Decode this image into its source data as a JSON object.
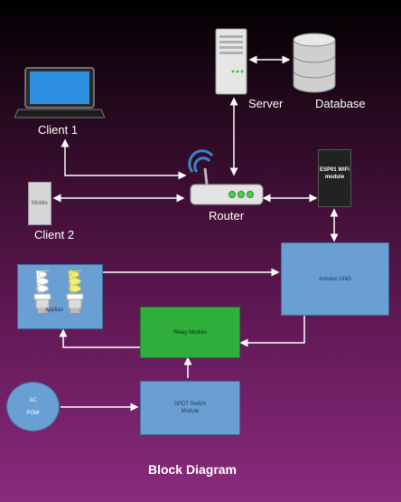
{
  "diagram": {
    "title": "Block Diagram",
    "nodes": {
      "client1": "Client 1",
      "client2": "Client 2",
      "mobile": "Mobile",
      "router": "Router",
      "server": "Server",
      "database": "Database",
      "esp01": "ESP01 WiFi module",
      "arduino": "Arduino UNO",
      "appliance": "Applian",
      "relay": "Relay Module",
      "spdt": "SPDT Switch Module",
      "ac_line1": "AC",
      "ac_line2": "POW"
    },
    "connections": [
      {
        "from": "client1",
        "to": "router",
        "direction": "both"
      },
      {
        "from": "mobile",
        "to": "router",
        "direction": "both"
      },
      {
        "from": "router",
        "to": "server",
        "direction": "both"
      },
      {
        "from": "server",
        "to": "database",
        "direction": "both"
      },
      {
        "from": "router",
        "to": "esp01",
        "direction": "both"
      },
      {
        "from": "esp01",
        "to": "arduino",
        "direction": "both"
      },
      {
        "from": "appliance",
        "to": "arduino",
        "direction": "to"
      },
      {
        "from": "arduino",
        "to": "relay",
        "direction": "to"
      },
      {
        "from": "relay",
        "to": "appliance",
        "direction": "to"
      },
      {
        "from": "spdt",
        "to": "relay",
        "direction": "to"
      },
      {
        "from": "ac",
        "to": "spdt",
        "direction": "to"
      }
    ],
    "colors": {
      "control_box": "#6a9fd4",
      "relay_box": "#2fae3c",
      "ac_source": "#6a9fd4",
      "esp_box": "#222222",
      "connector": "#ffffff"
    }
  }
}
